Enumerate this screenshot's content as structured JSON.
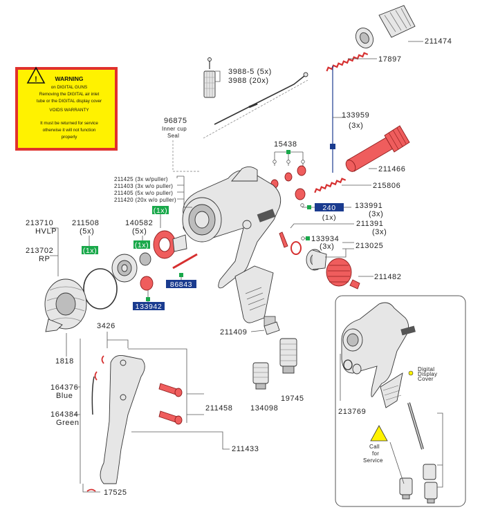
{
  "colors": {
    "highlight_red": "#ef5d5d",
    "badge_green": "#19a84a",
    "badge_blue": "#1a3b8f",
    "warning_yellow": "#fff200",
    "warning_border": "#e0312d"
  },
  "warning": {
    "title": "WARNING",
    "lines": [
      "on DIGITAL GUNS",
      "Removing the DIGITAL air inlet",
      "tube or the DIGITAL display cover",
      "VOIDS WARRANTY",
      "It must be returned for service",
      "otherwise it will not function",
      "properly"
    ]
  },
  "labels": {
    "p211474": "211474",
    "p17897": "17897",
    "p3988_5": "3988-5  (5x)",
    "p3988": "3988   (20x)",
    "p96875": "96875",
    "p96875_sub1": "Inner cup",
    "p96875_sub2": "Seal",
    "p133959": "133959",
    "p133959_qty": "(3x)",
    "p15438": "15438",
    "p211466": "211466",
    "p215806": "215806",
    "p211425": "211425 (3x w/puller)",
    "p211403": "211403 (3x w/o puller)",
    "p211405": "211405 (5x w/o puller)",
    "p211420": "211420 (20x w/o puller)",
    "p133991": "133991",
    "p133991_qty": "(3x)",
    "p211391": "211391",
    "p211391_qty": "(3x)",
    "p133934": "133934",
    "p133934_qty": "(3x)",
    "p213025": "213025",
    "p211482": "211482",
    "p213710": "213710",
    "p213710_sub": "HVLP",
    "p211508": "211508",
    "p211508_qty": "(5x)",
    "p140582": "140582",
    "p140582_qty": "(5x)",
    "p213702": "213702",
    "p213702_sub": "RP",
    "p211409": "211409",
    "p3426": "3426",
    "p1818": "1818",
    "p164376": "164376",
    "p164376_sub": "Blue",
    "p164384": "164384",
    "p164384_sub": "Green",
    "p134098": "134098",
    "p19745": "19745",
    "p211458": "211458",
    "p211433": "211433",
    "p17525": "17525",
    "p213769": "213769",
    "digital_cover_1": "Digital",
    "digital_cover_2": "Display",
    "digital_cover_3": "Cover",
    "call_1": "Call",
    "call_2": "for",
    "call_3": "Service"
  },
  "badges": {
    "blue_240": "240",
    "blue_240_qty": "(1x)",
    "blue_86843": "86843",
    "blue_133942": "133942",
    "green_1x_a": "(1x)",
    "green_1x_b": "(1x)",
    "green_1x_c": "(1x)"
  }
}
